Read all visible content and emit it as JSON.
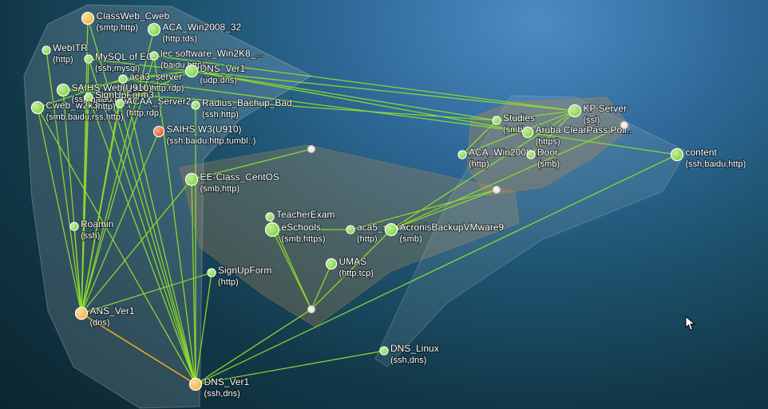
{
  "colors": {
    "link_green": "#8fdc2e",
    "link_orange": "#f3b21a",
    "node_green": "#7ed63a",
    "node_orange": "#f5b43a",
    "node_red": "#e8521f",
    "node_white": "#e8e8e8",
    "cluster_light": "#dfe8ee",
    "cluster_brown": "#b48a55"
  },
  "diagram": {
    "nodes": [
      {
        "id": "classweb",
        "name": "ClassWeb_Cweb",
        "services": "(smtp,http)",
        "color": "orange",
        "size": "l"
      },
      {
        "id": "aca_win2008_32",
        "name": "ACA_Win2008_32",
        "services": "(http,tds)",
        "color": "green",
        "size": "l"
      },
      {
        "id": "webitr",
        "name": "WebITR",
        "services": "(http)",
        "color": "green",
        "size": "s"
      },
      {
        "id": "mysql",
        "name": "MySQL of EC",
        "services": "(ssh,mysql)",
        "color": "green",
        "size": "s"
      },
      {
        "id": "lec",
        "name": "lec software_Win2K8_...",
        "services": "(baidu,http)",
        "color": "green",
        "size": "s"
      },
      {
        "id": "dns_ver1_top",
        "name": "DNS_Ver1",
        "services": "(udp,dns)",
        "color": "green",
        "size": "l"
      },
      {
        "id": "aca3",
        "name": "aca3_server",
        "services": "(smb,http,rdp)",
        "color": "green",
        "size": "s"
      },
      {
        "id": "saihs_web",
        "name": "SAIHS Web(U910)",
        "services": "(ssh,baidu,http)",
        "color": "green",
        "size": "l"
      },
      {
        "id": "signupform3",
        "name": "SignUpForm3",
        "services": "(http)",
        "color": "green",
        "size": "s"
      },
      {
        "id": "cweb",
        "name": "Cweb_w2k3",
        "services": "(smb,baidu,rss,http)",
        "color": "green",
        "size": "l"
      },
      {
        "id": "acaa",
        "name": "ACAA_Server2",
        "services": "(http,rdp)",
        "color": "green",
        "size": "s"
      },
      {
        "id": "radius",
        "name": "Radius_Bachup_Bad",
        "services": "(ssh,http)",
        "color": "green",
        "size": "s"
      },
      {
        "id": "saihs_w3",
        "name": "SAIHS W3(U910)",
        "services": "(ssh,baidu,http,tumbl..)",
        "color": "red",
        "size": "m"
      },
      {
        "id": "eeclass",
        "name": "EE-Class_CentOS",
        "services": "(smb,http)",
        "color": "green",
        "size": "l"
      },
      {
        "id": "roamin",
        "name": "Roamin",
        "services": "(ssh)",
        "color": "green",
        "size": "s"
      },
      {
        "id": "teacherexam",
        "name": "TeacherExam",
        "services": "",
        "color": "green",
        "size": "s"
      },
      {
        "id": "schools",
        "name": "eSchools",
        "services": "(smb,https)",
        "color": "green",
        "size": "xl"
      },
      {
        "id": "aca5",
        "name": "aca5_server",
        "services": "(http)",
        "color": "green",
        "size": "s"
      },
      {
        "id": "acronis",
        "name": "AcronisBackupVMware9",
        "services": "(smb)",
        "color": "green",
        "size": "l"
      },
      {
        "id": "umas",
        "name": "UMAS",
        "services": "(http,tcp)",
        "color": "green",
        "size": "m"
      },
      {
        "id": "signupform",
        "name": "SignUpForm",
        "services": "(http)",
        "color": "green",
        "size": "s"
      },
      {
        "id": "ans",
        "name": "ANS_Ver1",
        "services": "(dns)",
        "color": "orange",
        "size": "l"
      },
      {
        "id": "dns_linux",
        "name": "DNS_Linux",
        "services": "(ssh,dns)",
        "color": "green",
        "size": "s"
      },
      {
        "id": "dns_ver1_bottom",
        "name": "DNS_Ver1",
        "services": "(ssh,dns)",
        "color": "orange",
        "size": "l"
      },
      {
        "id": "studies",
        "name": "Studies",
        "services": "(smb)",
        "color": "green",
        "size": "s"
      },
      {
        "id": "kp",
        "name": "KP Server",
        "services": "(ssl)",
        "color": "green",
        "size": "l"
      },
      {
        "id": "aruba",
        "name": "Aruba ClearPass Poli..",
        "services": "(https)",
        "color": "green",
        "size": "m"
      },
      {
        "id": "aca_win2008_b",
        "name": "ACA_Win2008_B",
        "services": "(http)",
        "color": "green",
        "size": "s"
      },
      {
        "id": "door",
        "name": "Door",
        "services": "(smb)",
        "color": "green",
        "size": "s"
      },
      {
        "id": "content",
        "name": "content",
        "services": "(ssh,baidu,http)",
        "color": "green",
        "size": "l"
      },
      {
        "id": "w1",
        "name": "",
        "services": "",
        "color": "white",
        "size": "w"
      },
      {
        "id": "w2",
        "name": "",
        "services": "",
        "color": "white",
        "size": "w"
      },
      {
        "id": "w3",
        "name": "",
        "services": "",
        "color": "white",
        "size": "w"
      },
      {
        "id": "w4",
        "name": "",
        "services": "",
        "color": "white",
        "size": "w"
      }
    ],
    "links": [
      [
        "classweb",
        "ans",
        "green"
      ],
      [
        "classweb",
        "dns_ver1_bottom",
        "green"
      ],
      [
        "aca_win2008_32",
        "ans",
        "green"
      ],
      [
        "webitr",
        "ans",
        "green"
      ],
      [
        "mysql",
        "ans",
        "green"
      ],
      [
        "mysql",
        "dns_ver1_bottom",
        "green"
      ],
      [
        "mysql",
        "dns_ver1_top",
        "green"
      ],
      [
        "lec",
        "ans",
        "green"
      ],
      [
        "lec",
        "dns_ver1_bottom",
        "green"
      ],
      [
        "aca3",
        "ans",
        "green"
      ],
      [
        "aca3",
        "dns_ver1_bottom",
        "green"
      ],
      [
        "aca3",
        "dns_ver1_top",
        "green"
      ],
      [
        "saihs_web",
        "ans",
        "green"
      ],
      [
        "saihs_web",
        "dns_ver1_top",
        "green"
      ],
      [
        "saihs_web",
        "studies",
        "green"
      ],
      [
        "signupform3",
        "ans",
        "green"
      ],
      [
        "signupform3",
        "dns_ver1_bottom",
        "green"
      ],
      [
        "cweb",
        "ans",
        "green"
      ],
      [
        "cweb",
        "dns_ver1_bottom",
        "green"
      ],
      [
        "cweb",
        "aca3",
        "green"
      ],
      [
        "acaa",
        "ans",
        "green"
      ],
      [
        "acaa",
        "dns_ver1_bottom",
        "green"
      ],
      [
        "acaa",
        "dns_ver1_top",
        "green"
      ],
      [
        "radius",
        "dns_ver1_bottom",
        "green"
      ],
      [
        "saihs_w3",
        "ans",
        "green"
      ],
      [
        "eeclass",
        "w1",
        "green"
      ],
      [
        "eeclass",
        "dns_ver1_bottom",
        "green"
      ],
      [
        "eeclass",
        "ans",
        "green"
      ],
      [
        "roamin",
        "ans",
        "green"
      ],
      [
        "schools",
        "w3",
        "green"
      ],
      [
        "schools",
        "teacherexam",
        "green"
      ],
      [
        "aca5",
        "schools",
        "green"
      ],
      [
        "aca5",
        "w2",
        "green"
      ],
      [
        "acronis",
        "w2",
        "green"
      ],
      [
        "acronis",
        "w4",
        "green"
      ],
      [
        "acronis",
        "kp",
        "green"
      ],
      [
        "w3",
        "umas",
        "green"
      ],
      [
        "w3",
        "teacherexam",
        "green"
      ],
      [
        "w3",
        "acronis",
        "green"
      ],
      [
        "w3",
        "dns_ver1_bottom",
        "green"
      ],
      [
        "signupform",
        "ans",
        "green"
      ],
      [
        "signupform",
        "dns_ver1_bottom",
        "green"
      ],
      [
        "ans",
        "dns_ver1_bottom",
        "orange"
      ],
      [
        "dns_linux",
        "dns_ver1_bottom",
        "green"
      ],
      [
        "dns_ver1_top",
        "kp",
        "green"
      ],
      [
        "dns_ver1_top",
        "aruba",
        "green"
      ],
      [
        "dns_ver1_top",
        "studies",
        "green"
      ],
      [
        "lec",
        "kp",
        "green"
      ],
      [
        "aca3",
        "aruba",
        "green"
      ],
      [
        "kp",
        "studies",
        "green"
      ],
      [
        "kp",
        "aca_win2008_b",
        "green"
      ],
      [
        "kp",
        "door",
        "green"
      ],
      [
        "aruba",
        "content",
        "green"
      ],
      [
        "studies",
        "aca_win2008_b",
        "green"
      ],
      [
        "content",
        "dns_ver1_bottom",
        "green"
      ]
    ]
  }
}
